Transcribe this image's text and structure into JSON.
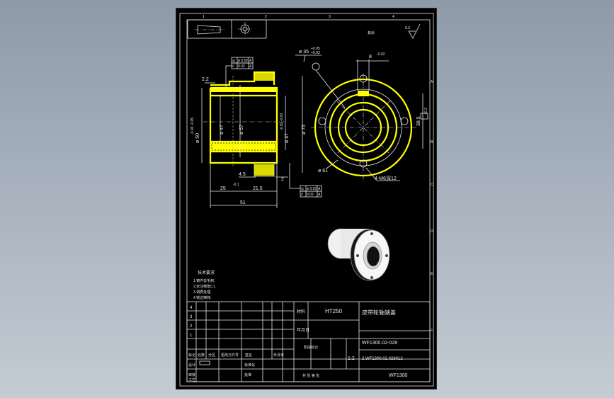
{
  "colors": {
    "background": "#9aa6b3",
    "sheet": "#000000",
    "line": "#e8e8e8",
    "highlight": "#ffff00"
  },
  "border": {
    "top_numbers": [
      "1",
      "2",
      "3",
      "4"
    ],
    "side_letters": [
      "A",
      "B",
      "C",
      "D",
      "E",
      "F"
    ]
  },
  "roughness": {
    "value": "6.3",
    "label": "其余"
  },
  "dimensions": {
    "d35": "ø 35",
    "d35_upper": "+0.05",
    "d35_lower": "+0.03",
    "key8": "8",
    "key8_tol": "-0.02",
    "d50": "ø 50",
    "d50_tol": "-0.03 -0.05",
    "d47": "ø 47",
    "d57": "ø 57",
    "d75": "ø 75",
    "d47b": "ø 47",
    "d47b_tol": "-0.02 -0.03",
    "s22": "2.2",
    "s45": "4.5",
    "s2": "2",
    "s25": "25",
    "s25_tol": "-0.1",
    "s215": "21.5",
    "s51": "51",
    "d61": "ø 61",
    "s385": "38.5",
    "s385_tol": "+0.2",
    "holes": "4-M6深12"
  },
  "tolerance_frames": {
    "top": [
      [
        "◎",
        "ø 0.02",
        "A"
      ],
      [
        "//",
        "0.02",
        "A"
      ]
    ],
    "bottom": [
      [
        "◎",
        "ø 0.02",
        "A"
      ],
      [
        "//",
        "0.02",
        "A"
      ]
    ],
    "right": [
      "=",
      "0.02",
      "A"
    ]
  },
  "notes": {
    "title": "技术要求",
    "lines": [
      "1.铸件去毛刺.",
      "2.未注倒角C1.",
      "3.调质处理.",
      "4.锐边倒钝."
    ]
  },
  "title_block": {
    "rev_rows": [
      "4",
      "3",
      "2",
      "1"
    ],
    "labels": [
      "标记",
      "处数",
      "分区",
      "更改文件号",
      "签名",
      "年月日"
    ],
    "sign_rows": [
      "设计",
      "审核",
      "工艺"
    ],
    "sign_cols": [
      "标准化",
      "批准"
    ],
    "material_label": "材料",
    "material": "HT250",
    "name": "皮带轮轴端盖",
    "part_no": "WF1300.02-028",
    "scale_label": "阶段标记",
    "scale": "1:2",
    "sheet_label": "共 张 第 张",
    "drawing_no": "2.WF1300.02.028012",
    "company": "WF1300"
  }
}
